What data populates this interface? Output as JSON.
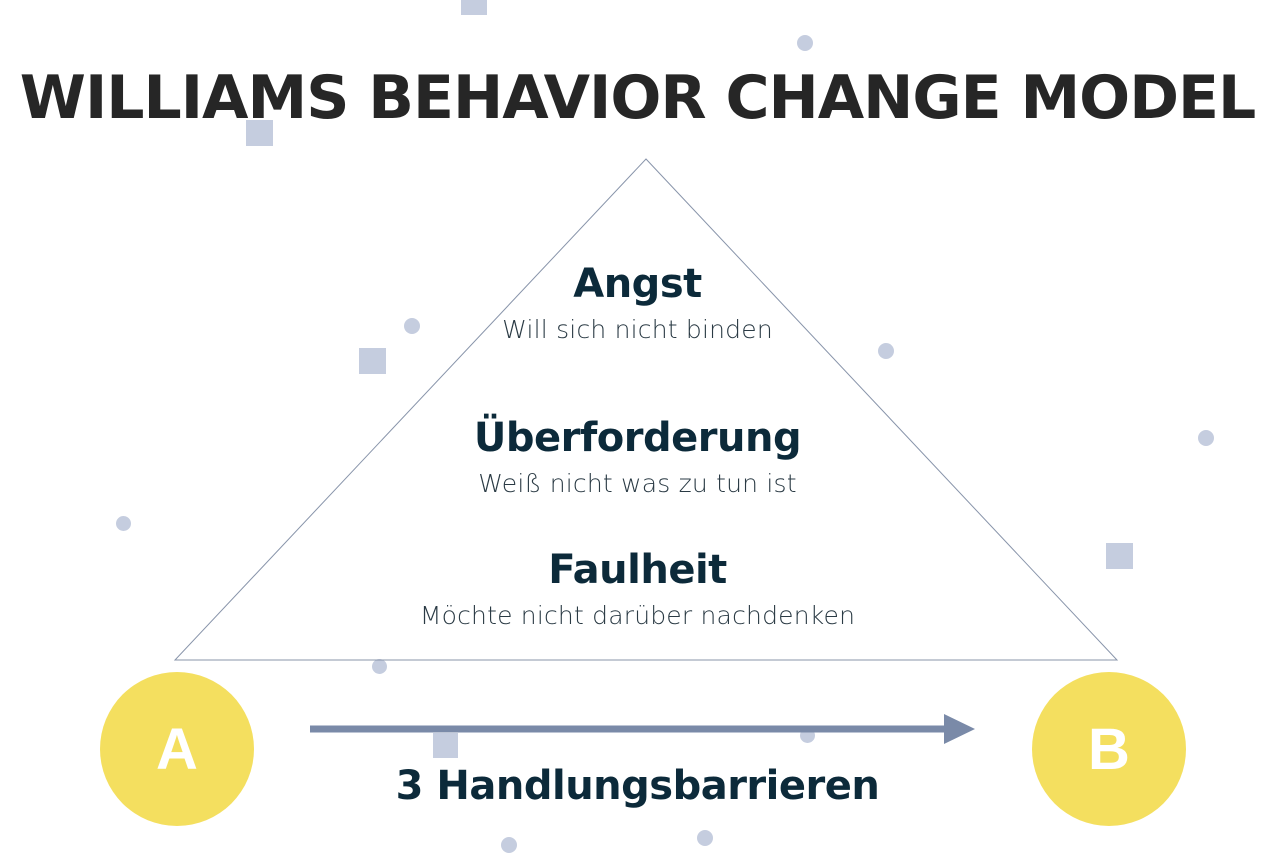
{
  "title": "WILLIAMS BEHAVIOR CHANGE MODEL",
  "triangle": {
    "barriers": [
      {
        "name": "Angst",
        "description": "Will sich nicht binden"
      },
      {
        "name": "Überforderung",
        "description": "Weiß nicht was zu tun ist"
      },
      {
        "name": "Faulheit",
        "description": "Möchte nicht darüber nachdenken"
      }
    ]
  },
  "flow": {
    "start_label": "A",
    "end_label": "B",
    "caption": "3 Handlungsbarrieren"
  },
  "colors": {
    "title": "#262626",
    "text_dark": "#0c2a3a",
    "point_fill": "#f4df5f",
    "arrow": "#7a8aa8",
    "triangle_stroke": "#8894aa",
    "decoration": "#c5cddf"
  }
}
